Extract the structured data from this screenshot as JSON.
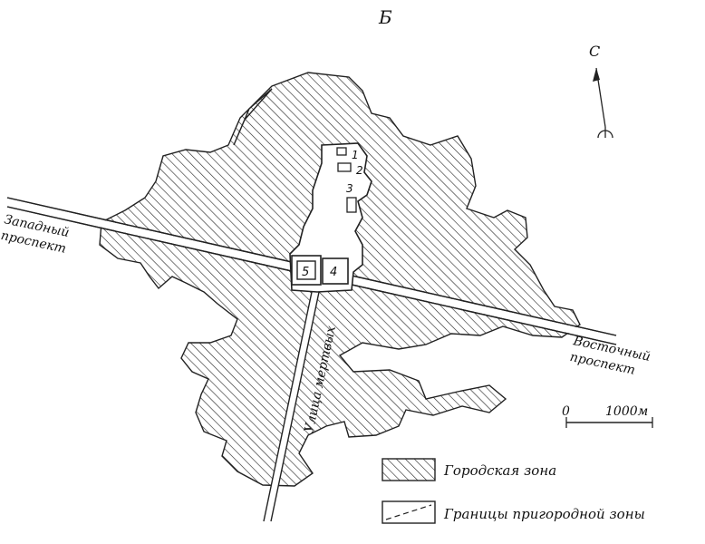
{
  "figure_letter": "Б",
  "north_label": "С",
  "roads": {
    "west": [
      "Западный",
      "проспект"
    ],
    "east": [
      "Восточный",
      "проспект"
    ],
    "street": "Улица мертвых"
  },
  "buildings": [
    "1",
    "2",
    "3",
    "4",
    "5"
  ],
  "scale": {
    "zero": "0",
    "length": "1000м"
  },
  "legend": {
    "urban": "Городская зона",
    "suburban": "Границы пригородной зоны"
  }
}
